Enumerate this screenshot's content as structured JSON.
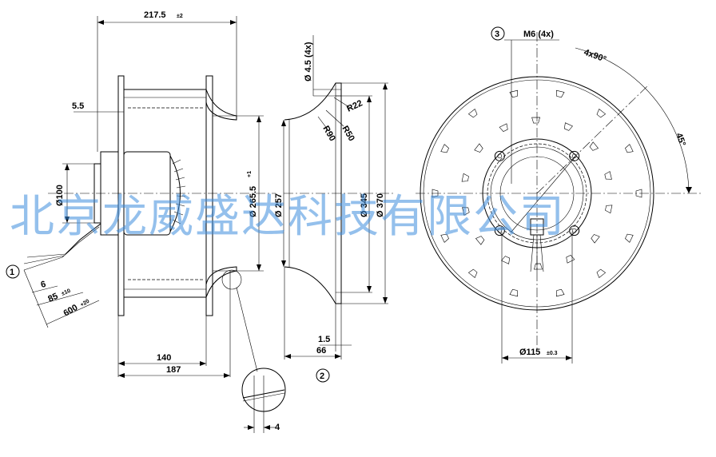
{
  "dims": {
    "overall_length": "217.5",
    "overall_length_tol": "±2",
    "flange_offset": "5.5",
    "hub_dia": "Ø100",
    "cable_strip": "6",
    "cable_strip2": "85",
    "cable_strip2_tol": "±10",
    "cable_length": "600",
    "cable_length_tol": "+20",
    "inlet_dia": "Ø 265.5",
    "inlet_dia_tol": "+1",
    "dim_140": "140",
    "dim_187": "187",
    "detail_4": "4",
    "hole_dia": "Ø 4.5 (4x)",
    "r22": "R22",
    "r50": "R50",
    "r90": "R90",
    "nozzle_inner": "Ø 257",
    "nozzle_345": "Ø 345",
    "nozzle_370": "Ø 370",
    "nozzle_1_5": "1.5",
    "nozzle_66": "66",
    "thread": "M6 (4x)",
    "angle_4x90": "4x90°",
    "angle_45": "45°",
    "bolt_circle": "Ø115",
    "bolt_circle_tol": "±0.3"
  },
  "callouts": {
    "c1": "1",
    "c2": "2",
    "c3": "3"
  },
  "watermark": "北京龙威盛达科技有限公司",
  "colors": {
    "line": "#000000",
    "watermark": "#3c8cdc"
  }
}
